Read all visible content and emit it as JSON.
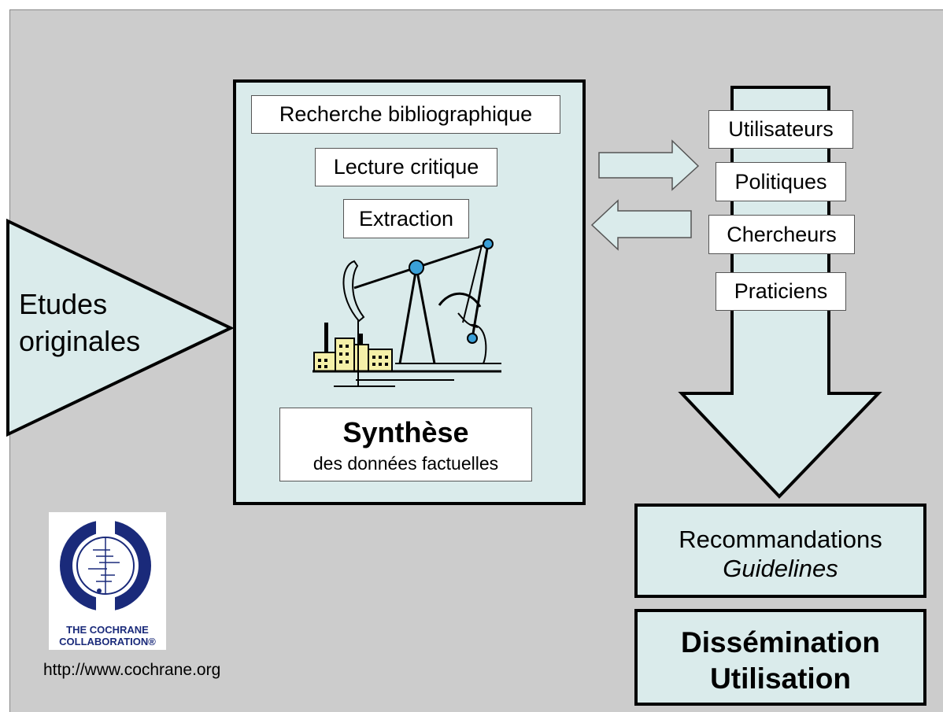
{
  "left_block": {
    "line1": "Etudes",
    "line2": "originales"
  },
  "process_steps": [
    "Recherche bibliographique",
    "Lecture critique",
    "Extraction"
  ],
  "synthesis": {
    "title": "Synthèse",
    "subtitle": "des données factuelles"
  },
  "stakeholders": [
    "Utilisateurs",
    "Politiques",
    "Chercheurs",
    "Praticiens"
  ],
  "recommendations": {
    "line1": "Recommandations",
    "line2": "Guidelines"
  },
  "dissemination": {
    "line1": "Dissémination",
    "line2": "Utilisation"
  },
  "logo": {
    "line1": "THE COCHRANE",
    "line2": "COLLABORATION®",
    "url": "http://www.cochrane.org"
  },
  "colors": {
    "background": "#cccccc",
    "fill": "#daebeb",
    "border": "#000000",
    "logo_blue": "#1a2a7a"
  }
}
